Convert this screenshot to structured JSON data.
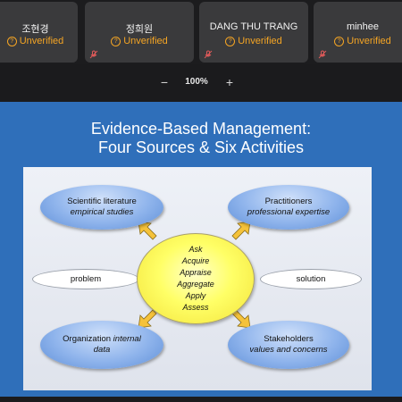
{
  "participants": [
    {
      "name": "조현경",
      "status": "Unverified"
    },
    {
      "name": "정희원",
      "status": "Unverified"
    },
    {
      "name": "DANG THU TRANG",
      "status": "Unverified"
    },
    {
      "name": "minhee",
      "status": "Unverified"
    }
  ],
  "zoom": {
    "minus": "−",
    "value": "100%",
    "plus": "+"
  },
  "slide": {
    "title_line1": "Evidence-Based Management:",
    "title_line2": "Four Sources & Six Activities",
    "sources": {
      "scientific": {
        "line1": "Scientific literature",
        "line2": "empirical studies"
      },
      "practitioners": {
        "line1": "Practitioners",
        "line2": "professional expertise"
      },
      "organization": {
        "line1a": "Organization ",
        "line1b": "internal",
        "line2": "data"
      },
      "stakeholders": {
        "line1": "Stakeholders",
        "line2": "values and concerns"
      }
    },
    "problem": "problem",
    "solution": "solution",
    "activities": [
      "Ask",
      "Acquire",
      "Appraise",
      "Aggregate",
      "Apply",
      "Assess"
    ]
  },
  "colors": {
    "status": "#f5a524",
    "slide_bg": "#2f6fba",
    "center": "#ffff66"
  }
}
